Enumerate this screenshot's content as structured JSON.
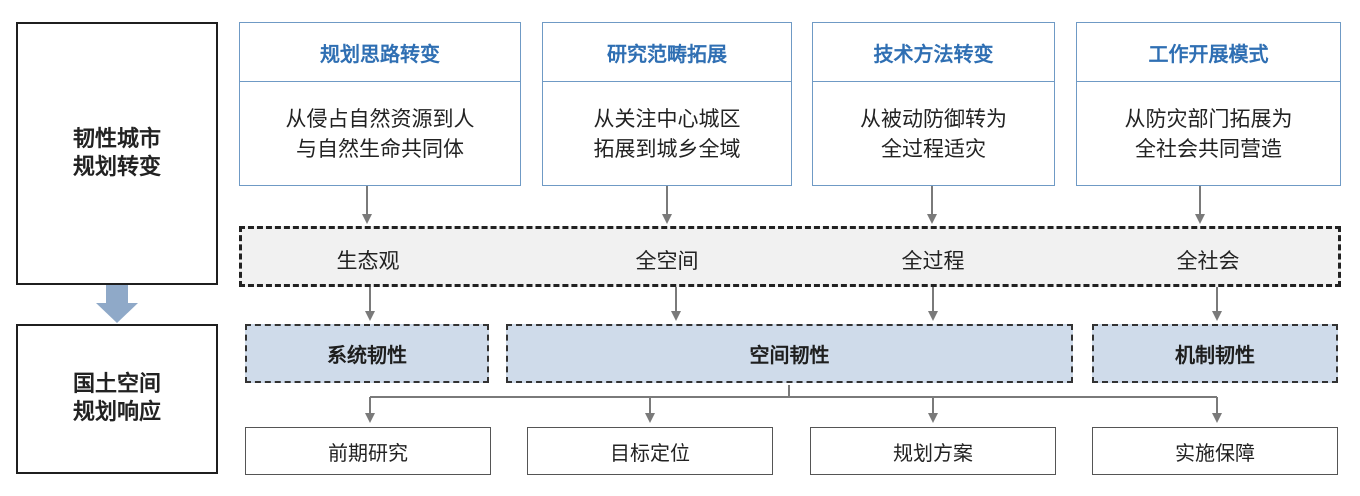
{
  "left_column": {
    "top": [
      "韧性城市",
      "规划转变"
    ],
    "bottom": [
      "国土空间",
      "规划响应"
    ]
  },
  "columns": [
    {
      "title": "规划思路转变",
      "lines": [
        "从侵占自然资源到人",
        "与自然生命共同体"
      ]
    },
    {
      "title": "研究范畴拓展",
      "lines": [
        "从关注中心城区",
        "拓展到城乡全域"
      ]
    },
    {
      "title": "技术方法转变",
      "lines": [
        "从被动防御转为",
        "全过程适灾"
      ]
    },
    {
      "title": "工作开展模式",
      "lines": [
        "从防灾部门拓展为",
        "全社会共同营造"
      ]
    }
  ],
  "band_labels": [
    "生态观",
    "全空间",
    "全过程",
    "全社会"
  ],
  "resilience": [
    "系统韧性",
    "空间韧性",
    "机制韧性"
  ],
  "outputs": [
    "前期研究",
    "目标定位",
    "规划方案",
    "实施保障"
  ]
}
